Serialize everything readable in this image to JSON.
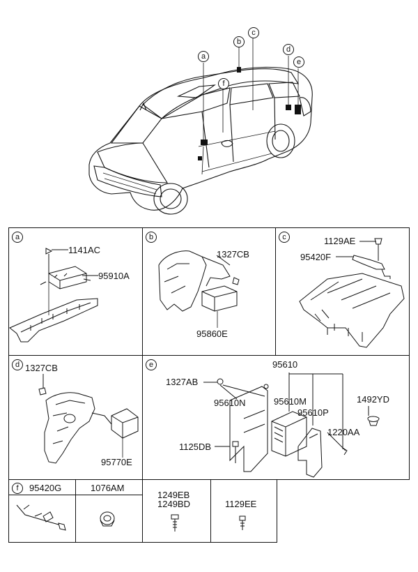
{
  "callouts": {
    "a": "a",
    "b": "b",
    "c": "c",
    "d": "d",
    "e": "e",
    "f": "f"
  },
  "section_a": {
    "letter": "a",
    "p1": "1141AC",
    "p2": "95910A"
  },
  "section_b": {
    "letter": "b",
    "p1": "1327CB",
    "p2": "95860E"
  },
  "section_c": {
    "letter": "c",
    "p1": "1129AE",
    "p2": "95420F"
  },
  "section_d": {
    "letter": "d",
    "p1": "1327CB",
    "p2": "95770E"
  },
  "section_e": {
    "letter": "e",
    "p_top": "95610",
    "p1": "1327AB",
    "p2": "95610N",
    "p3": "95610M",
    "p4": "95610P",
    "p5": "1220AA",
    "p6": "1125DB",
    "p7": "1492YD"
  },
  "section_f": {
    "letter": "f",
    "p1": "95420G",
    "p2": "1076AM"
  },
  "section_g": {
    "p1": "1249EB",
    "p2": "1249BD"
  },
  "section_h": {
    "p1": "1129EE"
  }
}
